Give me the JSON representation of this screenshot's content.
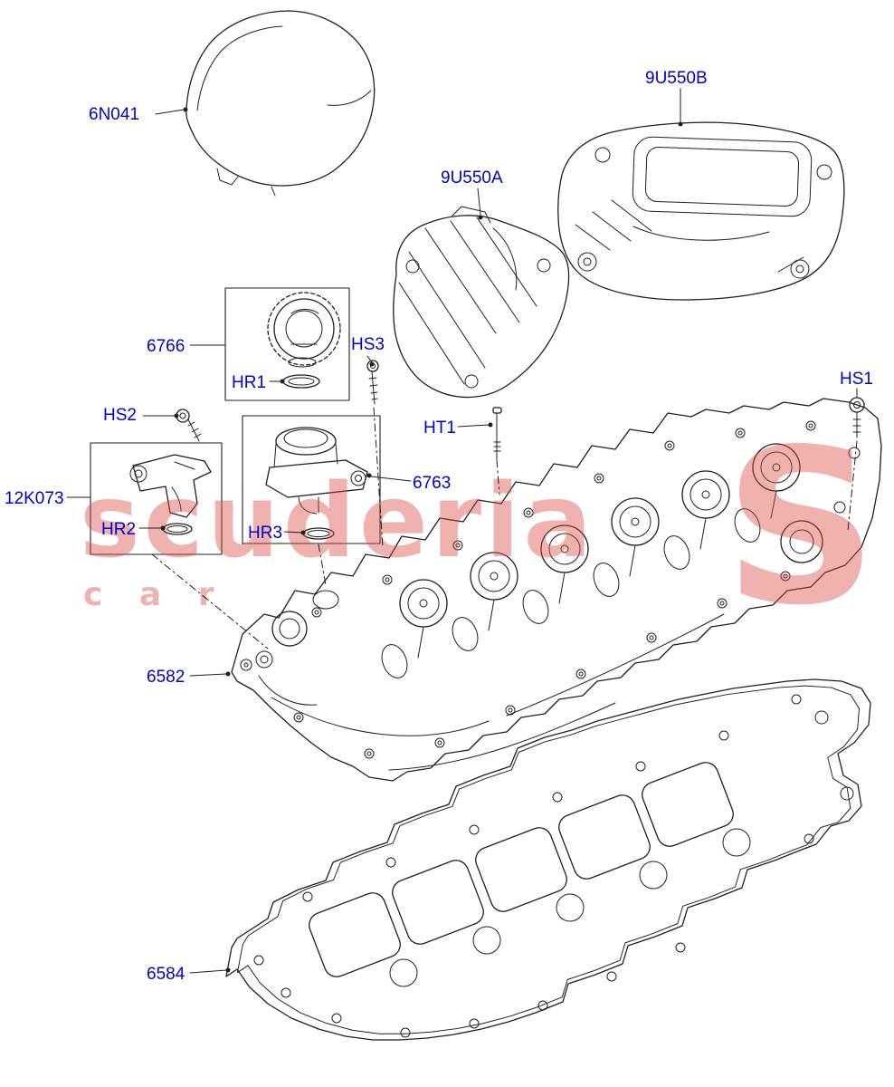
{
  "page": {
    "background_color": "#ffffff"
  },
  "diagram": {
    "kind": "exploded-parts-diagram",
    "subject": "cylinder head cover with covers, gasket, cap, sensor and fixings",
    "line_color": "#1f1f1f",
    "label_color": "#0000cc",
    "labels": [
      {
        "text": "6N041"
      },
      {
        "text": "9U550B"
      },
      {
        "text": "9U550A"
      },
      {
        "text": "6766"
      },
      {
        "text": "HR1"
      },
      {
        "text": "HS3"
      },
      {
        "text": "HS2"
      },
      {
        "text": "HT1"
      },
      {
        "text": "HS1"
      },
      {
        "text": "12K073"
      },
      {
        "text": "6763"
      },
      {
        "text": "HR2"
      },
      {
        "text": "HR3"
      },
      {
        "text": "6582"
      },
      {
        "text": "6584"
      }
    ],
    "watermark": {
      "word1": "scuderia",
      "word2": "c a r",
      "monogram": "S",
      "color": "#dd4a3f"
    }
  }
}
